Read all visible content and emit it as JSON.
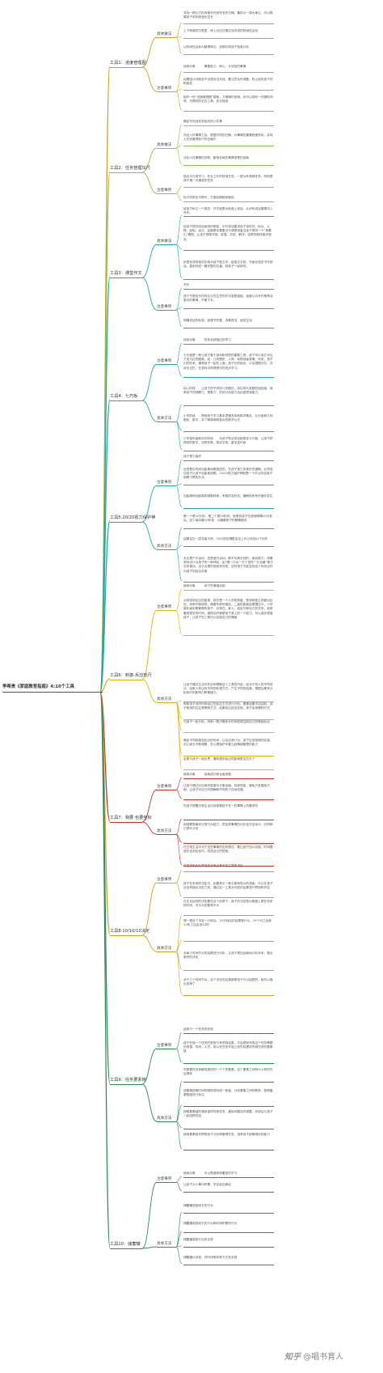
{
  "title": "李希贵《家庭教育指南》4:10个工具",
  "colors": {
    "branch": [
      "#c9a227",
      "#8bc34a",
      "#26a6a6",
      "#26a6a6",
      "#26a6a6",
      "#e0b400",
      "#c0392b",
      "#c9a227",
      "#2e8b57",
      "#2e8b57"
    ],
    "root_line": "#555555"
  },
  "tools": [
    {
      "label": "工具1：进度管理图",
      "subs": [
        {
          "label": "具体做法",
          "items": [
            "寻找一根长方形丙烯写在线任务的日期，最好以一周为单位，可以根据孩子的年龄逐步拉长",
            "上下两端的方框里，填上对应日期应该完成的阶段性目标",
            "以阶段性目标为管理单位，定期引导孩子检查分析"
          ]
        },
        {
          "label": "注意事项",
          "items": [
            "适用对象　　　需要能力、耐心、计划性的事情",
            "如果因计划制定不合理没法完成，要注意及时调整，防止挫伤孩子的积极性",
            "制作一份“进度管理图”模板，方便随时使用，也可以制作一些塑料材质、可擦拭的空白工具，多次使用"
          ]
        }
      ]
    },
    {
      "label": "工具2：任务管理坛尺",
      "subs": [
        {
          "label": "具体做法",
          "items": [
            "确定写完成任务相关的六件事",
            "列出六件事情之后，根据不同的日期，为事情的重要程度排序，并将人任务管理标尺的空格中",
            "分析六件事情的关联，影响全局的事情或是在前面"
          ]
        },
        {
          "label": "注意事项",
          "items": [
            "抽出平日常学习、作业之外的其他任务，一般为非常规任务，特别是孩子第一次遇到的任务",
            "标尺材质应可擦写，方便后期继续使用"
          ]
        }
      ]
    },
    {
      "label": "工具3：课堂作文",
      "subs": [
        {
          "label": "具体做法",
          "items": [
            "给孩子树立一个观念：作文就是对纸面上说话，从训练说话慢慢切入写作。",
            "给孩子提供说话使用的框架。平时说话要求孩子讲的完、地点、人物、起因、经过、结果基本要素交代清楚或者当孩子提供一个“故事山”模型，让孩子按照开端、发展、冲突、解决、结尾的顺序组织语言。",
            "用语言或其他的手段对孩子做文本、组成文字段、书面化语言书写说话、直到完成一篇完整的文章。将孩子一起修改。"
          ]
        },
        {
          "label": "注意事项",
          "items": [
            "写作",
            "孩子不是拒写作时应当先注意的作文就是直接，适度认为写作是简淡复杂的事情，不敢下手。",
            "明确说话的标准，如情节完整、讲着得当、适宜生动"
          ]
        }
      ]
    },
    {
      "label": "工具4：七巧板",
      "subs": [
        {
          "label": "注意事项",
          "items": [
            "适用对象　　　形状及其相应的学习",
            "七巧板是一种让孩子善于游戏和领悟的重要工具，孩子可以用它评出千变万化的图案，如：几何图形、人物、动物或者表情，传说，孩子们好的来，通常孩子一起在上面，孩子在的组合，以及根据记忆，并说出记忆，在游戏中获得想法的进步学习。"
          ]
        },
        {
          "label": "具体方法",
          "items": [
            "幼儿阶段　　让孩子拼不同的几何图形，将实物与其图的相连接，培养孩子的观察力、想象力、形状分析能力及创造思维能力。",
            "小学阶段　　帮助孩子学习基本逻辑关系和数学概念，认识各种几何图形、数字、并了解简单和复杂的数学公式",
            "小学高年级和初中阶段　　为孩子购买或自制更多七巧板，让孩子拼得到的数字、动物形象、真实字母，甚至连环画"
          ]
        }
      ]
    },
    {
      "label": "工具5:20/20视力保护神",
      "subs": [
        {
          "label": "注意事项",
          "items": [
            "孩子视力保护",
            "近视是长时间近距离用眼造成的，在孩子视力发育的关键期，必须低估孩子以孩子远距离用眼，20/20视力保护神就是一个可以改变孩子用眼习惯的办法。",
            "近距离和远距离的频繁转换，有助改变状态，缓解前所有的疲劳发生"
          ]
        },
        {
          "label": "具体方法",
          "items": [
            "第一个是20分钟，第二个是20秒钟，就是说孩子在使用眼睛20分钟后，至少保持看20秒钟，以缓解孩子的眼睛疲劳",
            "如果住在一层或者平房，20分钟在隔壁会议上可以完成以下动作",
            "无论是户外活动、还是室内活动，都不可离天别的，保持视力，用要有效设计为孩子的一种体验，如“喝一口水”“打个招呼”“长远看”等方式来推动，设计合理的使用来完成，这样孩子才能坚持这个时间点作为孩子的结合实施"
          ]
        }
      ]
    },
    {
      "label": "工具6：刺激-反应轮尺",
      "subs": [
        {
          "label": "注意事项",
          "items": [
            "使用对象　　　孩子的情绪控制",
            "从刺激到反应的距离，将总是一个人的成熟度，受到刺激立刻做出反应，说明不够成熟，随着年龄的增加，二者的距离会慢慢拉长，小学高年级到青春期的孩子，对现在，家人、朋友们和自己的关系，经常看到很多的时间，被挑出好像是孩子身上的一个能力，可以逐步提高孩子，让孩子在工具可以控制自己的情绪"
          ]
        },
        {
          "label": "具体方法",
          "items": [
            "让孩子通过生活中的实例理解这个工具的内容，如对于别人的不同说法，给家人有比较不同的处理方式，产生不同的结果，根据后果来分析我们的影响力和情绪力。",
            "帮助孩子对同时所经过的反应方式进行分析，看看如果不加控制，孩子使用的往往是哪种方式，如果经过延迟控制，孩子会用哪种方式",
            "与孩子一起分析，判断一般冷静多长时间能够控制自己的情绪反应",
            "确定不同刺激到反应的时间，以及对其行为、孩子应该按规则实施，并让家长不断调整，在心理保护中建立起情绪管理的能力",
            "定期与孩子一起反思，看刺激到反应的距离是否拉长了"
          ]
        }
      ]
    },
    {
      "label": "工具7：我要·也要坐标",
      "subs": [
        {
          "label": "注意事项",
          "items": [
            "使用对象　　　自我成长和全面发展",
            "让孩子通过对自身的愿望中平衡全面，找到短板，避免只发展某方面，让孩子对自己的理解和不同的个性地发展。"
          ]
        },
        {
          "label": "具体方法",
          "items": [
            "先孩子提醒日常生活中经常跟孩子在一些事情上同要求的",
            "用观察表格来记录行为能力，把这类事情的分析坐在坐标中，共同制订提升计划",
            "在日常生活中对于这些事情的应有想法，要让孩子加以巩固、时间要逐步走到坐标内，改进自己的短板。"
          ]
        }
      ]
    },
    {
      "label": "工具8:10/10/10决定",
      "subs": [
        {
          "label": "注意事项",
          "items": [
            "可能带来的后果或孩子有点拿不定主意的决定",
            "孩子在未来的决定中，如果其中一种方案有很大的诱惑，可以在孩子还没有做出决定之前，通过这一工具对可能的结果进行预测和评估"
          ]
        },
        {
          "label": "具体方法",
          "items": [
            "在无论如何的决定要在这个前提下，孩子的决定很大程度上是在未来的时间，对今天的影响不大",
            "想一想这个决定一分钟后，10分钟后的结果是什么，10个月之后和10年之后会怎么样？",
            "对每个时间节点的结果进行分析，让孩子更加全面地分析未来，做出更好的决定",
            "对于三个时间节点，这个决定的后果都是孩子可以接受的，就可以做出选择了"
          ]
        }
      ]
    },
    {
      "label": "工具9：任务要素链",
      "subs": [
        {
          "label": "注意事项",
          "items": [
            "适用于一个任务的完成",
            "孩子在做一个任务时常常只考虑到结果，不会想到完成这个任务需要的资源、时间、人员，所以在任务开始之前先梳理好完成任务的要素链"
          ]
        },
        {
          "label": "具体方法",
          "items": [
            "先根据任务拆解成具体的一个个的要素，这个要素之间有什么样的先后顺序",
            "将要素按照时间的顺序排列成一条链，分析要素之间的联系，按照重要程度进行标注",
            "按照要素链的顺序逐项完成任务，遇到问题及时调整，完成后与孩子一起回顾总结",
            "使用要素链来帮助孩子分析和管理任务，培养孩子统筹规划的能力"
          ]
        }
      ]
    },
    {
      "label": "工具10：储蓄罐",
      "subs": [
        {
          "label": "注意事项",
          "items": [
            "使用对象　　　可以是各种积蓄型的学习",
            "让孩子从小事中积累，学会延迟满足"
          ]
        },
        {
          "label": "具体方法",
          "items": [
            "储蓄罐奖励成长的行为",
            "储蓄罐奖励成长的行为和时间积累的行为",
            "储蓄罐奖励行为的记录",
            "储蓄罐以存钱、存时间等多种方式来实现"
          ]
        }
      ]
    }
  ],
  "watermark": {
    "zhihu": "知乎",
    "author": "@唱书育人"
  }
}
